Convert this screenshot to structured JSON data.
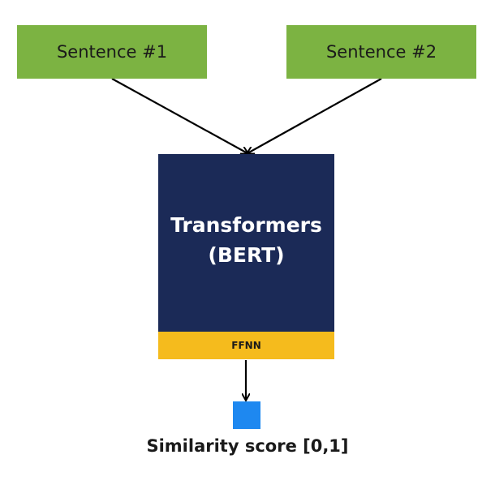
{
  "nodes": {
    "sentence_1": "Sentence #1",
    "sentence_2": "Sentence #2",
    "transformer_line1": "Transformers",
    "transformer_line2": "(BERT)",
    "ffnn": "FFNN",
    "score_label": "Similarity score [0,1]"
  },
  "colors": {
    "sentence_fill": "#7cb342",
    "transformer_fill": "#1b2a57",
    "ffnn_fill": "#f5bb1d",
    "score_fill": "#1e88f0",
    "arrow": "#000000"
  }
}
